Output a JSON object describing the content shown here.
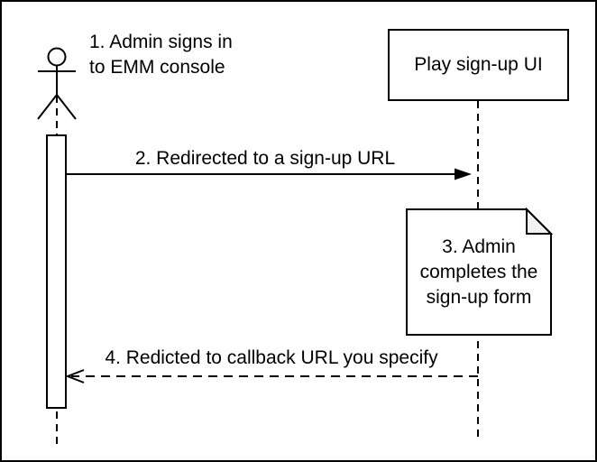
{
  "colors": {
    "line": "#000000",
    "background": "#ffffff",
    "note_fold_fill": "#f2f2f2"
  },
  "actor": {
    "label": "1. Admin signs in\nto EMM console"
  },
  "participant": {
    "label": "Play sign-up UI"
  },
  "note": {
    "text": "3. Admin\ncompletes the\nsign-up form"
  },
  "messages": [
    {
      "label": "2. Redirected to a sign-up URL",
      "line_style": "solid",
      "direction": "right"
    },
    {
      "label": "4. Redicted to callback URL you specify",
      "line_style": "dashed",
      "direction": "left"
    }
  ]
}
